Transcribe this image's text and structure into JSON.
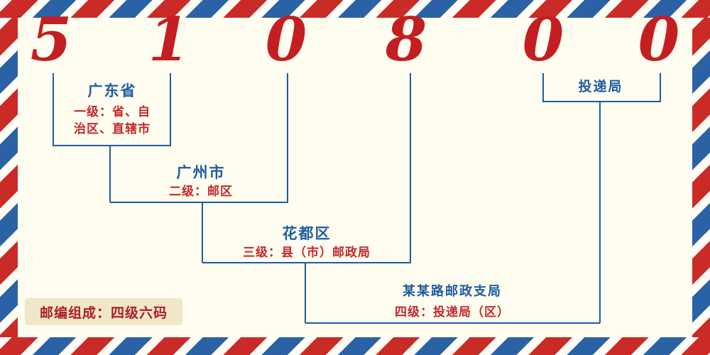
{
  "postal_code": {
    "value": "510800",
    "digits": [
      "5",
      "1",
      "0",
      "8",
      "0",
      "0"
    ]
  },
  "diagram": {
    "province": {
      "name": "广东省",
      "desc1": "一级：省、自",
      "desc2": "治区、直辖市"
    },
    "city": {
      "name": "广州市",
      "desc": "二级：邮区"
    },
    "county": {
      "name": "花都区",
      "desc": "三级：县（市）邮政局"
    },
    "branch": {
      "name": "某某路邮政支局",
      "desc": "四级：投递局（区）"
    },
    "delivery": {
      "name": "投递局"
    }
  },
  "footer": {
    "composition": "邮编组成：四级六码"
  },
  "colors": {
    "digit_red": "#c41e22",
    "line_blue": "#1d5c9f",
    "label_blue": "#1d5c9f",
    "desc_red": "#c0292c",
    "badge_bg": "#f1e6c9",
    "stripe_red": "#cb2b26",
    "stripe_blue": "#2b62a6",
    "background": "#fffdf0"
  }
}
